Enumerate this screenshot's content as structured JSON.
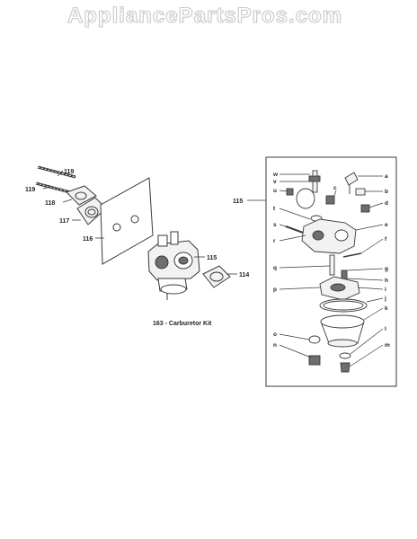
{
  "watermark": "AppliancePartsPros.com",
  "caption": "163 - Carburetor Kit",
  "colors": {
    "watermark_fill": "#ffffff",
    "watermark_stroke": "#c8c8c8",
    "line": "#3a3a3a",
    "part_fill": "#f2f2f2",
    "part_dark": "#6e6e6e"
  },
  "left_callouts": [
    "119",
    "119",
    "118",
    "117",
    "116",
    "115",
    "114"
  ],
  "inset": {
    "callout": "115",
    "left_letters": [
      "w",
      "v",
      "u",
      "t",
      "s",
      "r",
      "q",
      "p",
      "o",
      "n"
    ],
    "right_letters": [
      "a",
      "b",
      "c",
      "d",
      "e",
      "f",
      "g",
      "h",
      "i",
      "j",
      "k",
      "l",
      "m"
    ]
  }
}
